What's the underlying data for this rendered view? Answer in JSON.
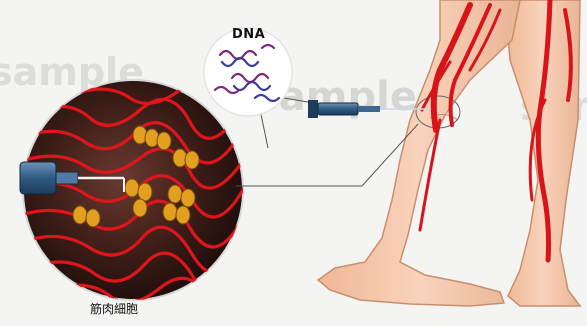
{
  "labels": {
    "dna": "DNA",
    "caption": "筋肉細胞"
  },
  "watermark": "sample",
  "colors": {
    "background": "#f4f4f2",
    "skin": "#f4c7a8",
    "skin_outline": "#c98e6d",
    "vessel_red": "#d8131a",
    "muscle_dark": "#2b1410",
    "needle_blue": "#2f5a82",
    "gold": "#e2a020",
    "dna_purple": "#7a2a78"
  },
  "icons": [
    "syringe-icon",
    "dna-helix-icon",
    "injection-needle-icon"
  ]
}
